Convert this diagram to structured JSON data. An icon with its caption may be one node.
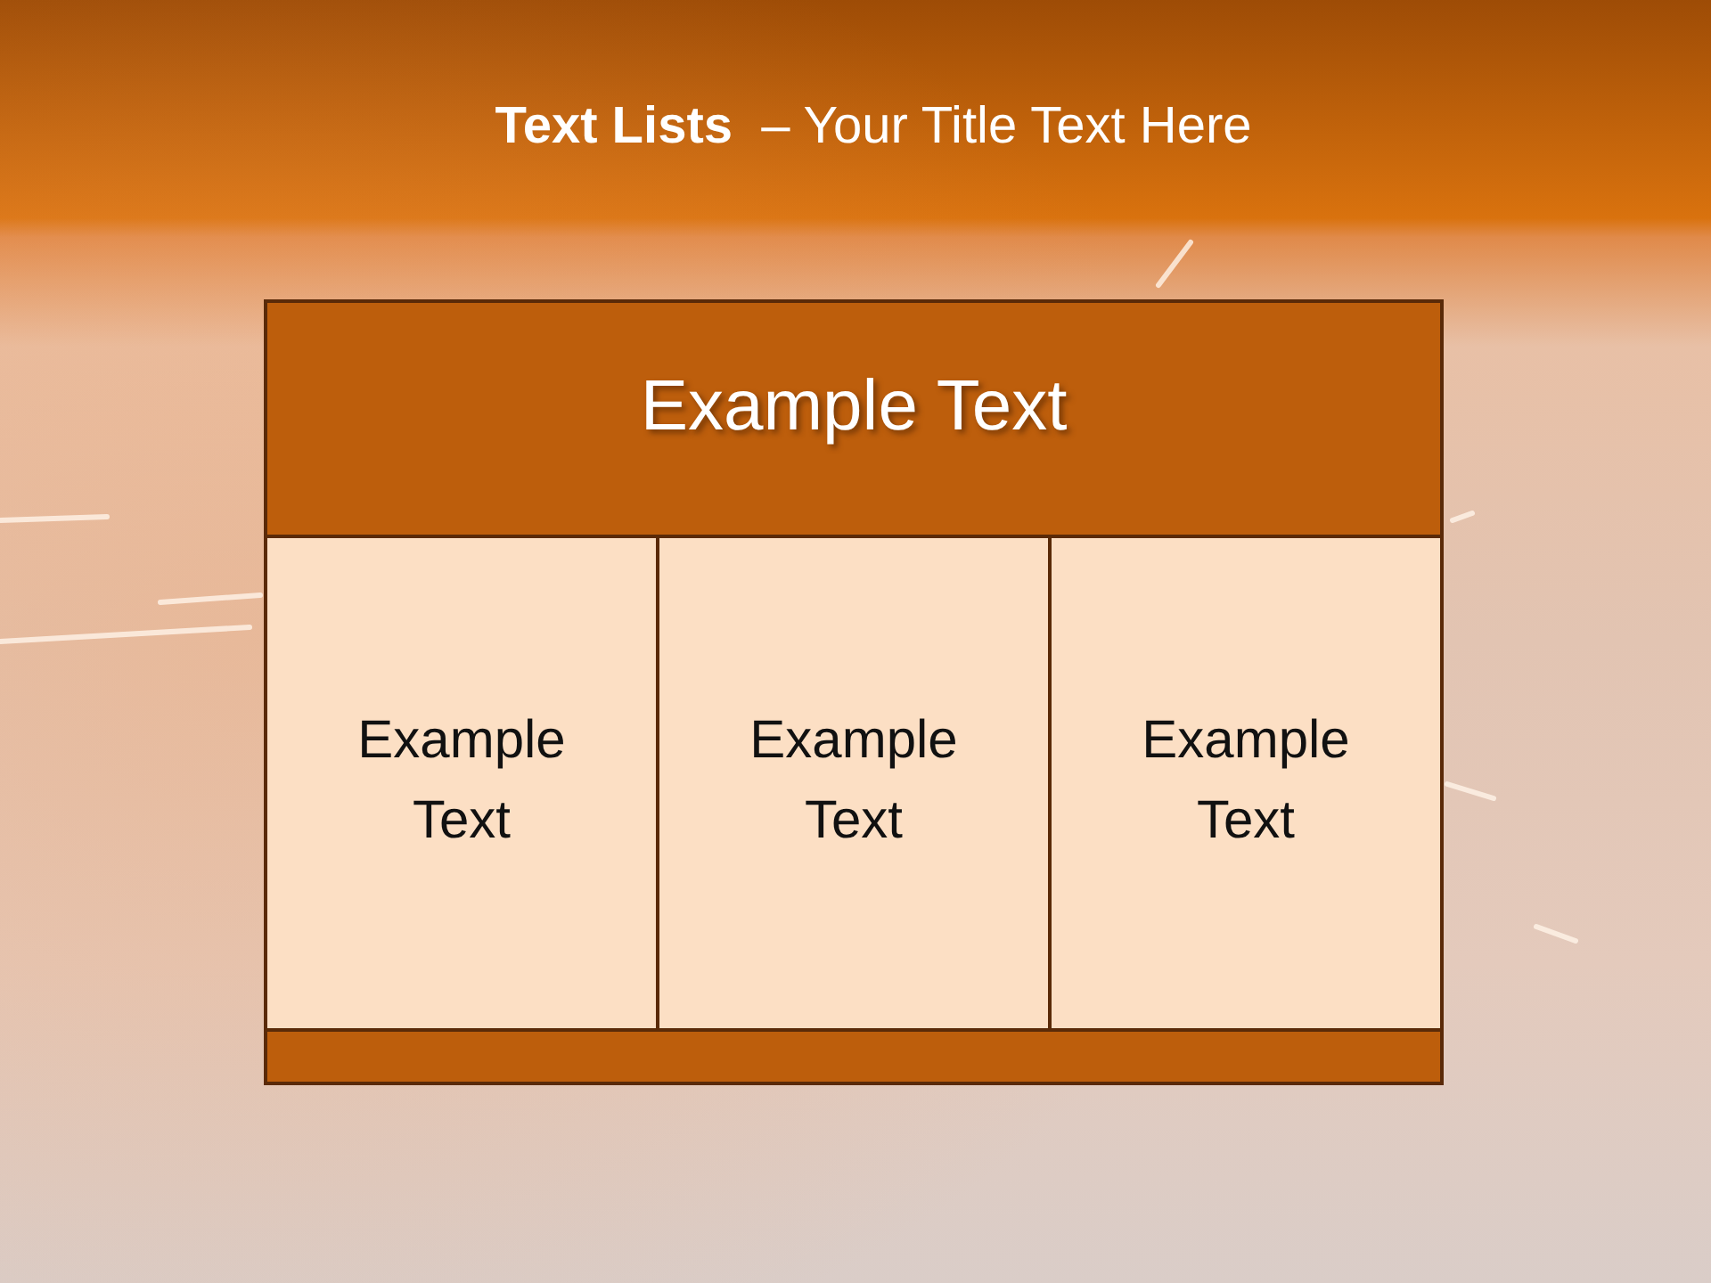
{
  "diagram": {
    "title": "**Text Lists**  – Your Title Text Here",
    "nodes": [
      {
        "text": [
          "Example Text"
        ]
      },
      {
        "text": [
          "Example Text"
        ]
      },
      {
        "text": [
          "Example Text"
        ]
      },
      {
        "text": [
          "Example Text"
        ]
      },
      {
        "text": [],
        "shape": "bar"
      }
    ],
    "edges": []
  }
}
